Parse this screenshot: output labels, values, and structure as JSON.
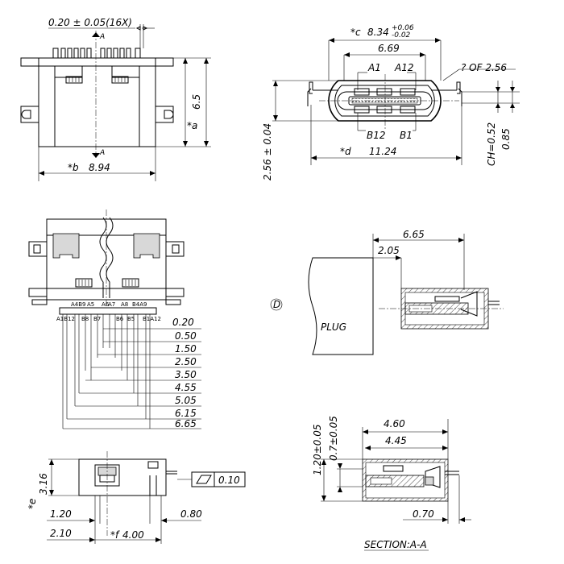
{
  "top_view": {
    "pitch": "0.20 ± 0.05(16X)",
    "section_mark": "A",
    "height": "6.5",
    "a_label": "*a",
    "b_label": "*b",
    "width": "8.94"
  },
  "front_view": {
    "c_label": "*c",
    "c_value": "8.34",
    "c_tol_plus": "+0.06",
    "c_tol_minus": "-0.02",
    "inner_width": "6.69",
    "pin_a1": "A1",
    "pin_a12": "A12",
    "radius_note": "? OF 2.56",
    "pin_b12": "B12",
    "pin_b1": "B1",
    "height": "2.56 ± 0.04",
    "d_label": "*d",
    "total_width": "11.24",
    "ch": "CH=0.52",
    "thick": "0.85"
  },
  "footprint": {
    "pin_labels_top": [
      "A4B9",
      "A5",
      "A6",
      "A7",
      "A8",
      "B4A9"
    ],
    "pin_labels_bottom": [
      "A1B12",
      "B8",
      "B7",
      "B6",
      "B5",
      "B1A12"
    ],
    "dims": [
      "0.20",
      "0.50",
      "1.50",
      "2.50",
      "3.50",
      "4.55",
      "5.05",
      "6.15",
      "6.65"
    ]
  },
  "plug_view": {
    "marker": "D",
    "plug_label": "PLUG",
    "depth": "6.65",
    "offset": "2.05"
  },
  "side_view": {
    "e_label": "*e",
    "e_value": "3.16",
    "flatness": "0.10",
    "left_dim": "1.20",
    "right_dim": "0.80",
    "bottom_left": "2.10",
    "f_label": "*f",
    "f_value": "4.00"
  },
  "section_view": {
    "width_a": "4.60",
    "width_b": "4.45",
    "height_a": "1.20±0.05",
    "height_b": "0.7±0.05",
    "bottom": "0.70",
    "title": "SECTION:A-A"
  }
}
